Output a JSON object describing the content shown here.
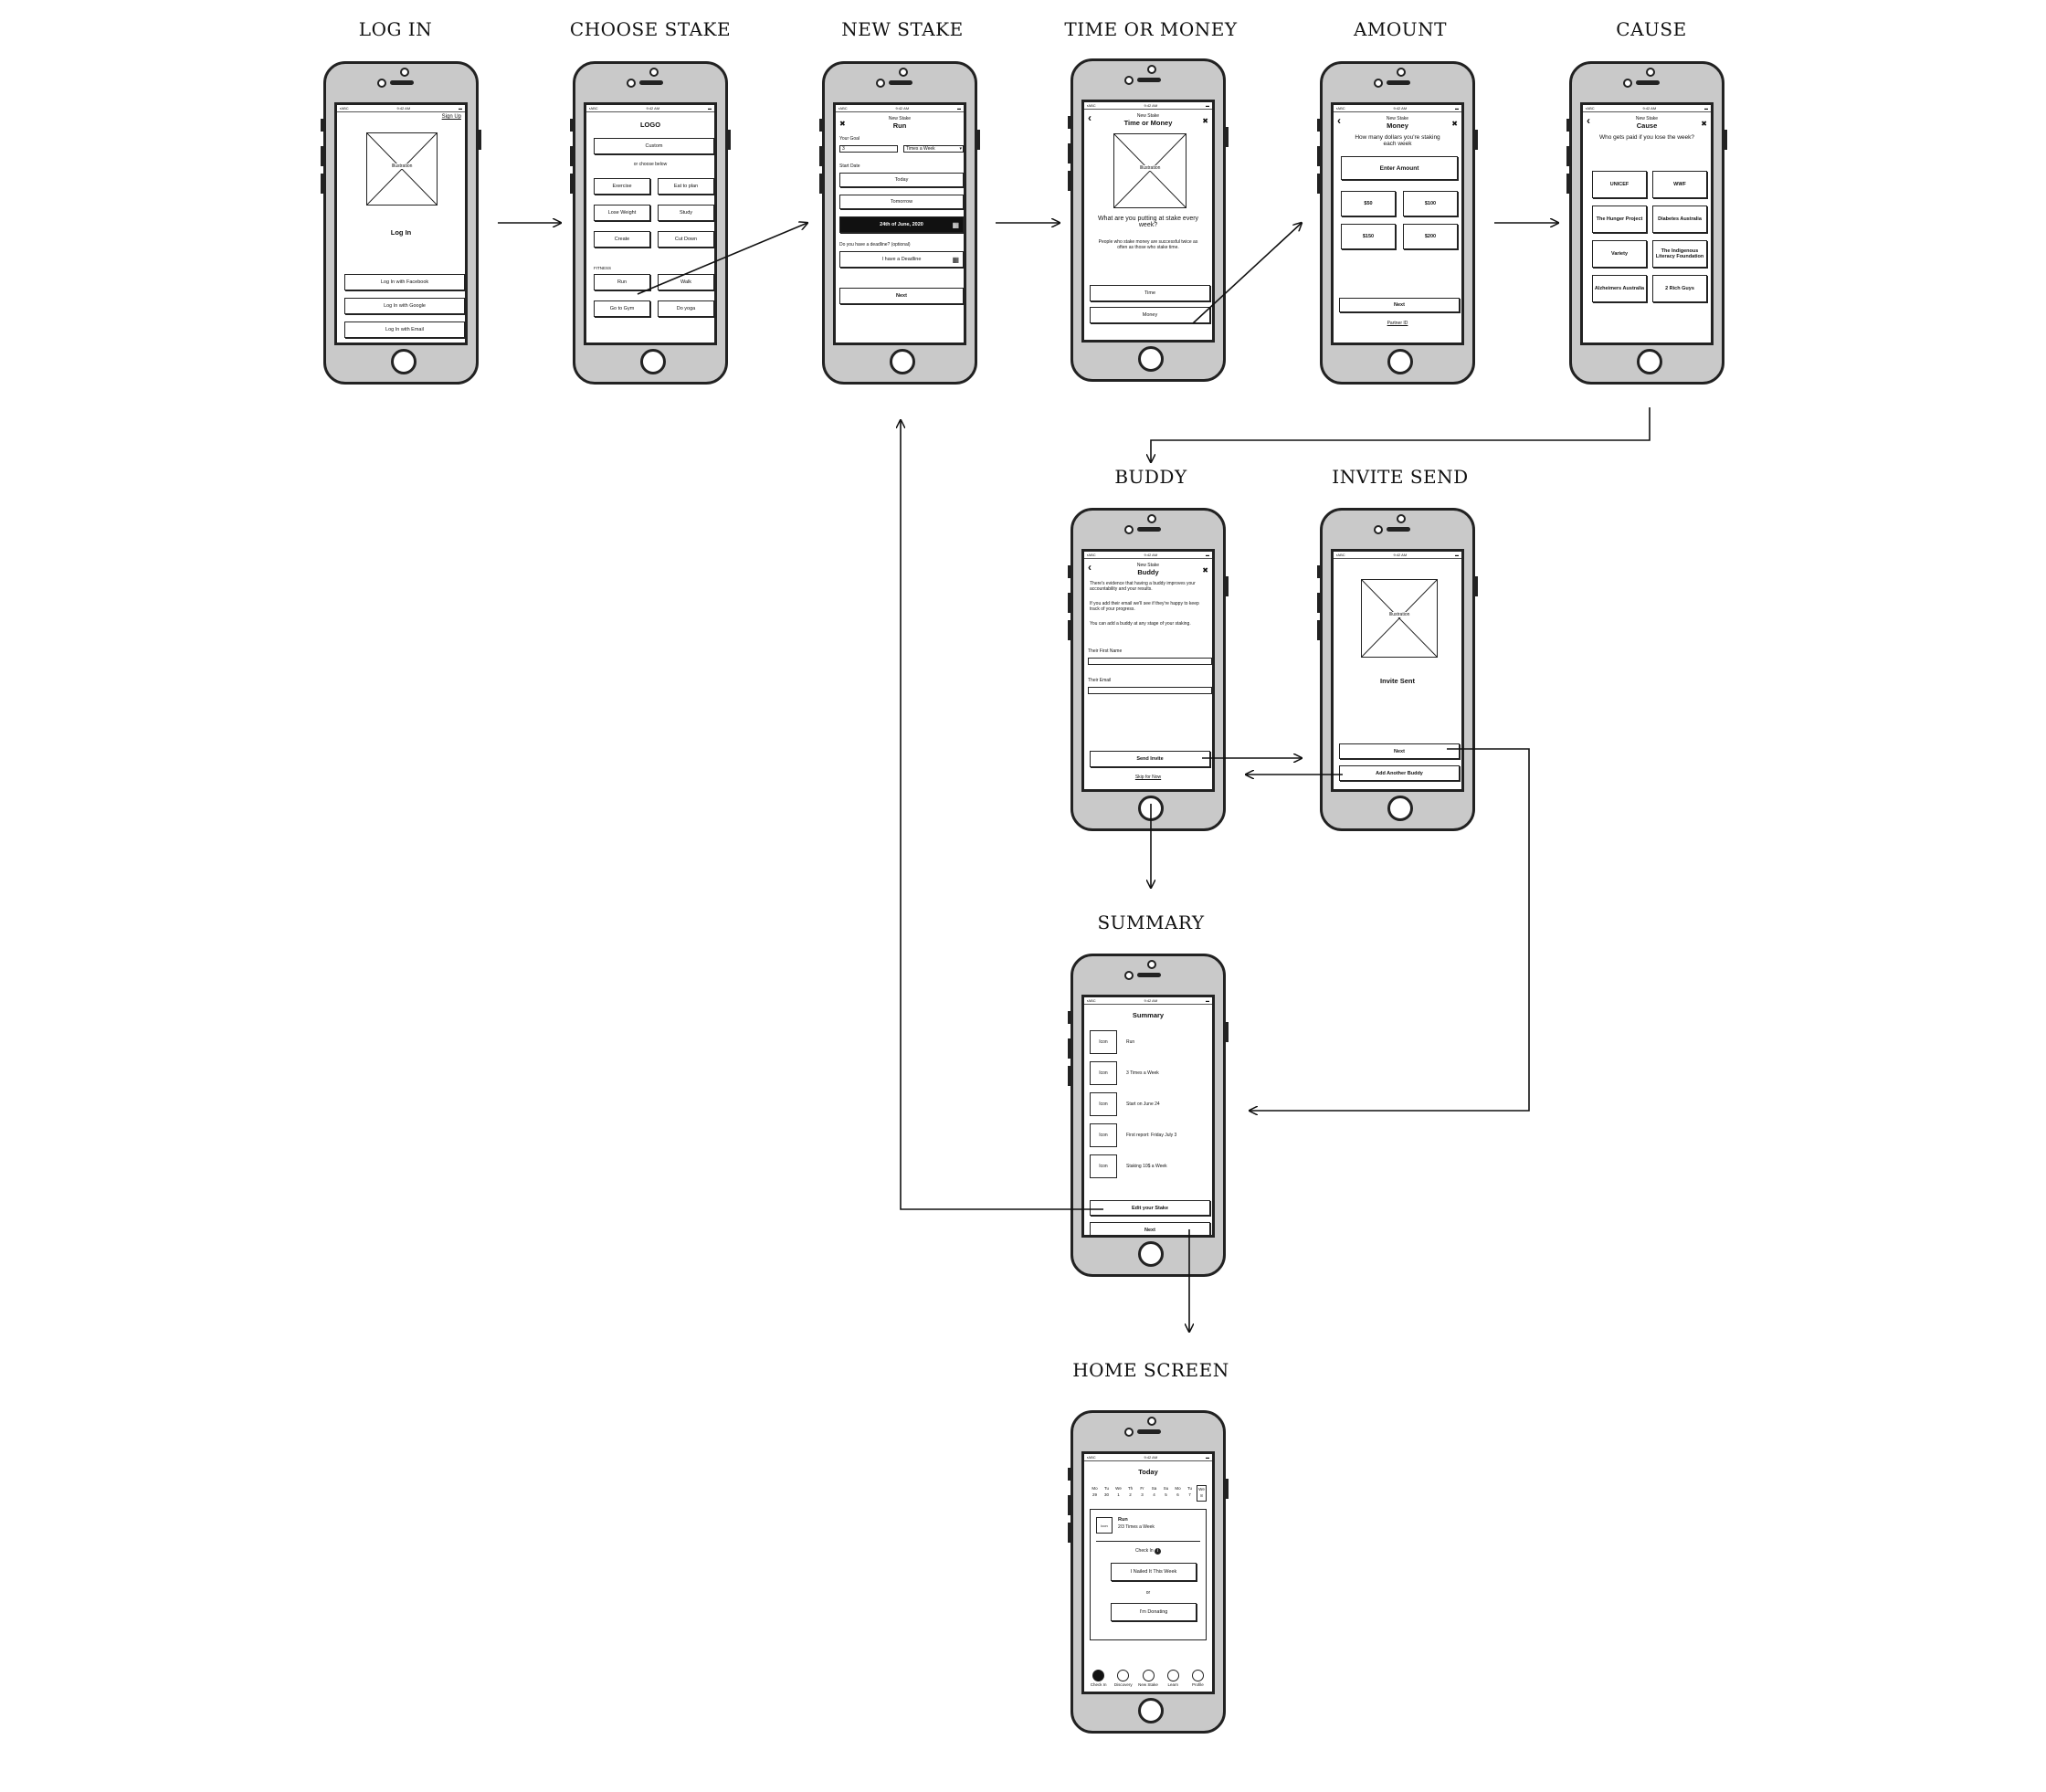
{
  "labels": {
    "login": "LOG IN",
    "choose": "CHOOSE STAKE",
    "newstake": "NEW STAKE",
    "timemoney": "TIME OR MONEY",
    "amount": "AMOUNT",
    "cause": "CAUSE",
    "buddy": "BUDDY",
    "invite": "INVITE SEND",
    "summary": "SUMMARY",
    "home": "HOME SCREEN"
  },
  "status": {
    "carrier": "▪ABC",
    "time": "9:42 AM",
    "battery": "▬"
  },
  "login": {
    "signup": "Sign Up",
    "illustration": "Illustration",
    "title": "Log In",
    "facebook": "Log In with Facebook",
    "google": "Log In with Google",
    "email": "Log In with Email"
  },
  "choose": {
    "logo": "LOGO",
    "custom": "Custom",
    "or": "or choose below",
    "exercise": "Exercise",
    "eat": "Eat to plan",
    "lose": "Lose Weight",
    "study": "Study",
    "create": "Create",
    "cut": "Cut Down",
    "section": "FITNESS",
    "run": "Run",
    "walk": "Walk",
    "gym": "Go to Gym",
    "yoga": "Do yoga"
  },
  "newstake": {
    "sub": "New Stake",
    "title": "Run",
    "close": "✖",
    "goal_label": "Your Goal",
    "goal_value": "3",
    "freq": "Times a Week",
    "start_label": "Start Date",
    "today": "Today",
    "tomorrow": "Tomorrow",
    "date": "24th of June, 2020",
    "deadline_label": "Do you have a deadline? (optional)",
    "deadline": "I have a Deadline",
    "next": "Next"
  },
  "timemoney": {
    "sub": "New Stake",
    "title": "Time or Money",
    "back": "‹",
    "close": "✖",
    "illustration": "Illustration",
    "question": "What are you putting at stake every week?",
    "note": "People who stake money are successful twice as often as those who stake time.",
    "time": "Time",
    "money": "Money"
  },
  "amount": {
    "sub": "New Stake",
    "title": "Money",
    "back": "‹",
    "close": "✖",
    "question": "How many dollars you're staking each week",
    "enter": "Enter Amount",
    "a50": "$50",
    "a100": "$100",
    "a150": "$150",
    "a200": "$200",
    "next": "Next",
    "partner": "Partner ID"
  },
  "cause": {
    "sub": "New Stake",
    "title": "Cause",
    "back": "‹",
    "close": "✖",
    "question": "Who gets paid if you lose the week?",
    "c1": "UNICEF",
    "c2": "WWF",
    "c3": "The Hunger Project",
    "c4": "Diabetes Australia",
    "c5": "Variety",
    "c6": "The Indigenous Literacy Foundation",
    "c7": "Alzheimers Australia",
    "c8": "2 Rich Guys"
  },
  "buddy": {
    "sub": "New Stake",
    "title": "Buddy",
    "back": "‹",
    "close": "✖",
    "p1": "There's evidence that having a buddy improves your accountability and your results.",
    "p2": "If you add their email we'll see if they're happy to keep track of your progress.",
    "p3": "You can add a buddy at any stage of your staking.",
    "first_label": "Their First Name",
    "email_label": "Their Email",
    "send": "Send Invite",
    "skip": "Skip for Now"
  },
  "invite": {
    "illustration": "Illustration",
    "title": "Invite Sent",
    "next": "Next",
    "another": "Add Another Buddy"
  },
  "summary": {
    "title": "Summary",
    "icon": "Icon",
    "r1": "Run",
    "r2": "3 Times a Week",
    "r3": "Start on June 24",
    "r4": "First report: Friday July 3",
    "r5": "Staking 10$ a Week",
    "edit": "Edit your Stake",
    "next": "Next"
  },
  "home": {
    "title": "Today",
    "days": [
      "Mo",
      "Tu",
      "We",
      "Th",
      "Fr",
      "Sa",
      "Su",
      "Mo",
      "Tu",
      "We"
    ],
    "dates": [
      "29",
      "30",
      "1",
      "2",
      "3",
      "4",
      "5",
      "6",
      "7",
      "8"
    ],
    "icon": "icon",
    "task": "Run",
    "progress": "2/3 Times a Week",
    "checkin": "Check In",
    "nailed": "I Nailed It This Week",
    "or": "or",
    "donating": "I'm Donating",
    "nav": [
      "Check In",
      "Discovery",
      "New Stake",
      "Learn",
      "Profile"
    ]
  }
}
